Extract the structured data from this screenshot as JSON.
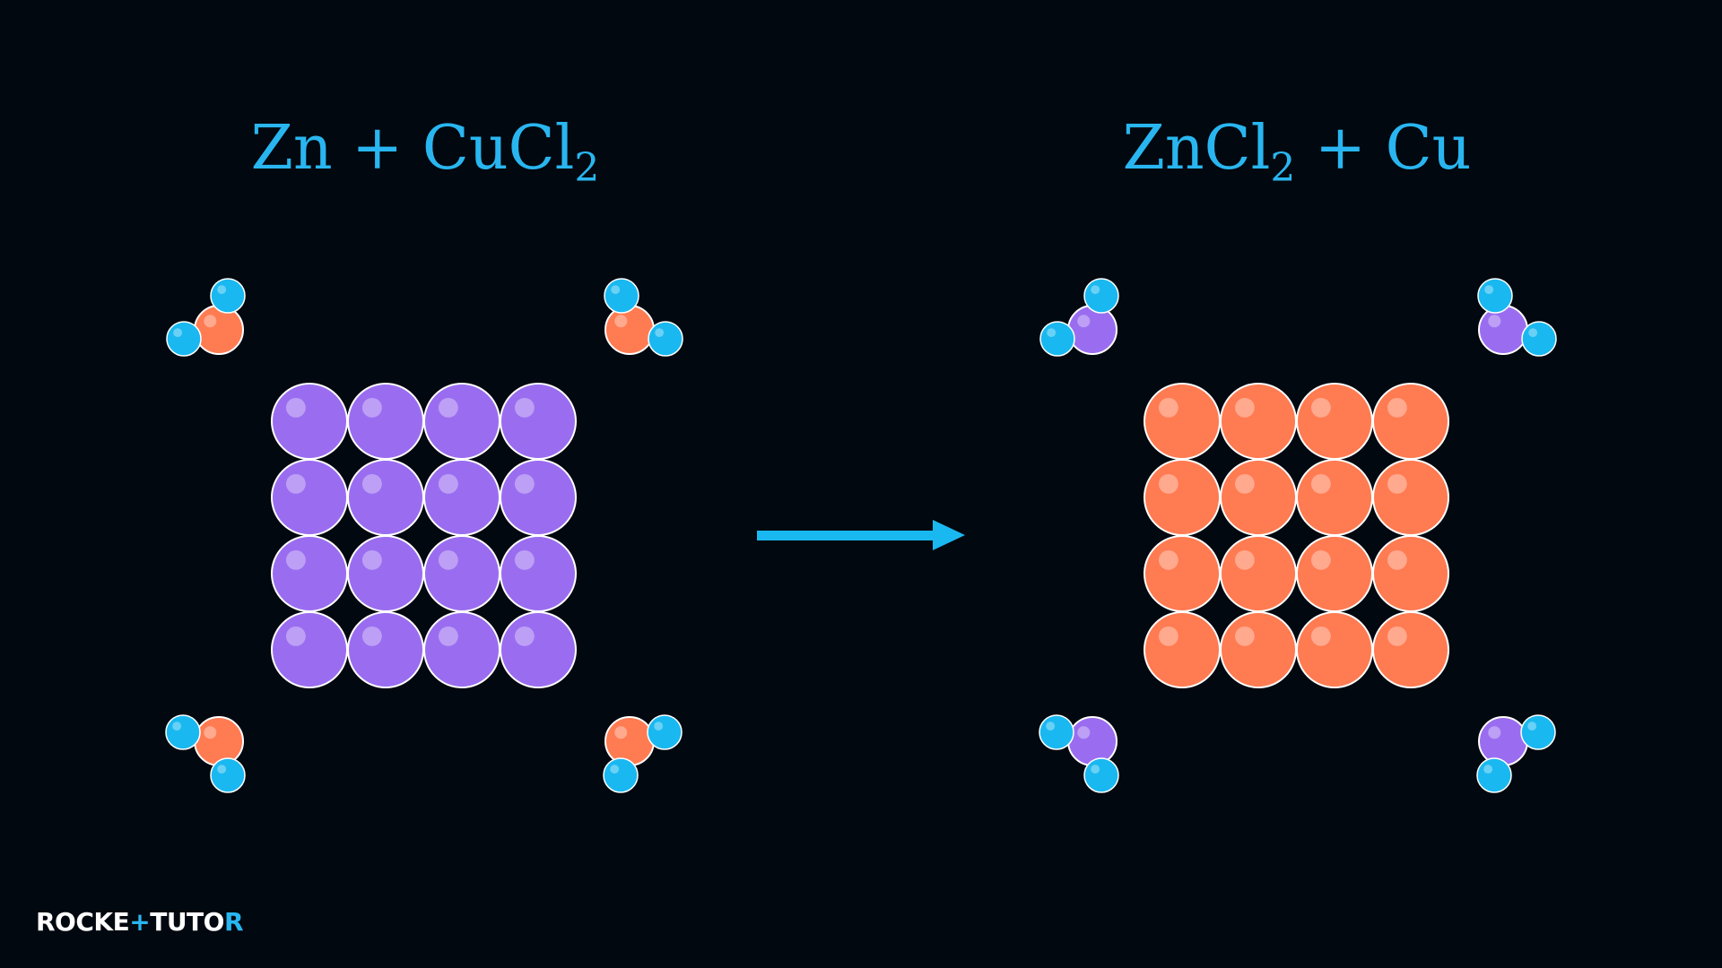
{
  "equations": {
    "left": {
      "parts": [
        "Zn + CuCl",
        "2"
      ]
    },
    "right": {
      "parts": [
        "ZnCl",
        "2",
        " + Cu"
      ]
    }
  },
  "colors": {
    "background": "#02080f",
    "text": "#29b6f0",
    "zinc": "#9a6df0",
    "copper": "#ff7b52",
    "chlorine": "#1ab8f0",
    "arrow": "#1ab8f0"
  },
  "lattices": [
    {
      "name": "zinc-lattice",
      "element": "zinc",
      "rows": 4,
      "cols": 4
    },
    {
      "name": "copper-lattice",
      "element": "copper",
      "rows": 4,
      "cols": 4
    }
  ],
  "molecules": [
    {
      "name": "cucl2-molecule",
      "center": "copper",
      "ligand": "chlorine",
      "count": 4
    },
    {
      "name": "zncl2-molecule",
      "center": "zinc",
      "ligand": "chlorine",
      "count": 4
    }
  ],
  "arrow": {
    "direction": "right"
  },
  "logo": {
    "left": "ROCKE",
    "plus": "+",
    "right": "TUTO",
    "end": "R"
  }
}
